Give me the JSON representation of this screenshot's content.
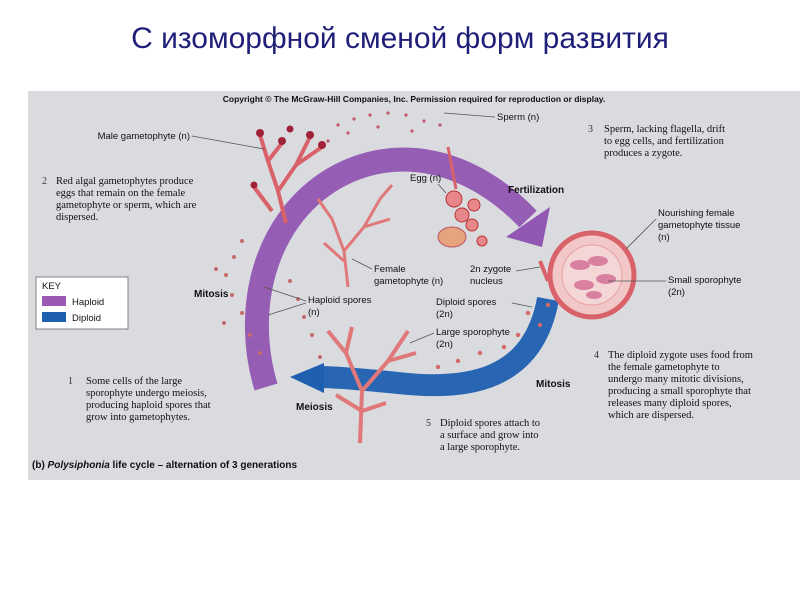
{
  "slide": {
    "title": "С изоморфной сменой форм развития"
  },
  "figure": {
    "copyright": "Copyright © The McGraw-Hill Companies, Inc. Permission required for reproduction or display.",
    "caption_prefix": "(b) ",
    "caption_italic": "Polysiphonia",
    "caption_rest": " life cycle – alternation of 3 generations",
    "key": {
      "title": "KEY",
      "haploid": "Haploid",
      "diploid": "Diploid",
      "haploid_color": "#9b59b6",
      "diploid_color": "#1f5fb0"
    },
    "labels": {
      "male_gametophyte": "Male gametophyte (n)",
      "sperm": "Sperm (n)",
      "egg": "Egg (n)",
      "fertilization": "Fertilization",
      "nourishing_1": "Nourishing female",
      "nourishing_2": "gametophyte tissue",
      "nourishing_3": "(n)",
      "small_sporophyte_1": "Small sporophyte",
      "small_sporophyte_2": "(2n)",
      "female_gametophyte_1": "Female",
      "female_gametophyte_2": "gametophyte (n)",
      "zygote_1": "2n zygote",
      "zygote_2": "nucleus",
      "haploid_spores_1": "Haploid spores",
      "haploid_spores_2": "(n)",
      "diploid_spores_1": "Diploid spores",
      "diploid_spores_2": "(2n)",
      "large_sporophyte_1": "Large sporophyte",
      "large_sporophyte_2": "(2n)",
      "mitosis_left": "Mitosis",
      "mitosis_right": "Mitosis",
      "meiosis": "Meiosis"
    },
    "steps": [
      {
        "num": "1",
        "lines": [
          "Some cells of the large",
          "sporophyte undergo meiosis,",
          "producing haploid spores that",
          "grow into gametophytes."
        ]
      },
      {
        "num": "2",
        "lines": [
          "Red algal gametophytes produce",
          "eggs that remain on the female",
          "gametophyte or sperm, which are",
          "dispersed."
        ]
      },
      {
        "num": "3",
        "lines": [
          "Sperm, lacking flagella, drift",
          "to egg cells, and fertilization",
          "produces a zygote."
        ]
      },
      {
        "num": "4",
        "lines": [
          "The diploid zygote uses food from",
          "the female gametophyte to",
          "undergo many mitotic divisions,",
          "producing a small sporophyte that",
          "releases many diploid spores,",
          "which are dispersed."
        ]
      },
      {
        "num": "5",
        "lines": [
          "Diploid spores attach to",
          "a surface and grow into",
          "a large sporophyte."
        ]
      }
    ]
  }
}
